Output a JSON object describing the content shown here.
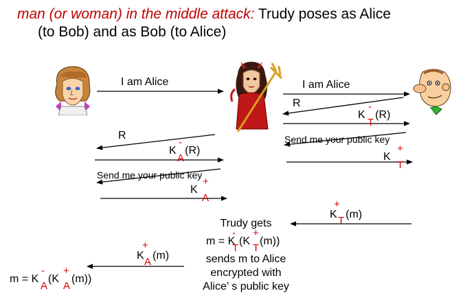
{
  "title": {
    "italic": "man (or woman) in the middle attack:",
    "rest1": " Trudy poses as Alice",
    "rest2": "(to Bob) and as Bob (to Alice)"
  },
  "messages": {
    "iam_left": "I am Alice",
    "iam_right": "I am Alice",
    "r_right": "R",
    "r_left": "R",
    "kt_r": "K",
    "kt_r_sup": "-",
    "kt_r_sub": "T",
    "kt_r_arg": "(R)",
    "send_pk_right": "Send me your public key",
    "kt_pub": "K",
    "kt_pub_sup": "+",
    "kt_pub_sub": "T",
    "ka_r": "K",
    "ka_r_sup": "-",
    "ka_r_sub": "A",
    "ka_r_arg": " (R)",
    "send_pk_left": "Send me your public key",
    "ka_pub": "K",
    "ka_pub_sup": "+",
    "ka_pub_sub": "A",
    "kt_m": "K",
    "kt_m_sup": "+",
    "kt_m_sub": "T",
    "kt_m_arg": "(m)",
    "ka_m": "K",
    "ka_m_sup": "+",
    "ka_m_sub": "A",
    "ka_m_arg": "(m)"
  },
  "trudy_note": {
    "line1": "Trudy gets",
    "line2_a": "m = K",
    "line2_b": "(K",
    "line2_c": " (m))",
    "line2_sup1": "-",
    "line2_sub1": "T",
    "line2_sup2": "+",
    "line2_sub2": "T",
    "line3": "sends m to Alice",
    "line4": "encrypted with",
    "line5": "Alice’ s public key"
  },
  "alice_result": {
    "a": "m = K",
    "b": "(K",
    "c": " (m))",
    "sup1": "-",
    "sub1": "A",
    "sup2": "+",
    "sub2": "A"
  },
  "colors": {
    "accent_red": "#e00000",
    "title_red": "#c00000"
  },
  "figures": [
    "alice-figure",
    "trudy-figure",
    "bob-figure"
  ]
}
